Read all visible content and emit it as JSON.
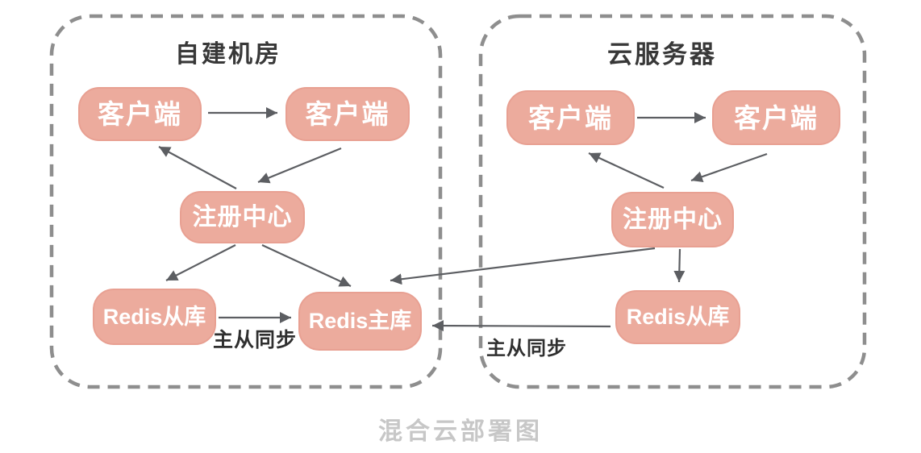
{
  "caption": "混合云部署图",
  "colors": {
    "node_fill": "#ecab9d",
    "node_text": "#ffffff",
    "arrow": "#5c5e62",
    "container_border": "#8e8e8e",
    "title_text": "#383838",
    "caption_text": "#c7c7c7"
  },
  "containers": [
    {
      "title": "自建机房",
      "edge_label": "主从同步",
      "nodes": [
        {
          "id": "client-1",
          "label": "客户端"
        },
        {
          "id": "client-2",
          "label": "客户端"
        },
        {
          "id": "registry",
          "label": "注册中心"
        },
        {
          "id": "redis-slave",
          "label": "Redis从库"
        },
        {
          "id": "redis-master",
          "label": "Redis主库"
        }
      ]
    },
    {
      "title": "云服务器",
      "edge_label": "主从同步",
      "nodes": [
        {
          "id": "client-1",
          "label": "客户端"
        },
        {
          "id": "client-2",
          "label": "客户端"
        },
        {
          "id": "registry",
          "label": "注册中心"
        },
        {
          "id": "redis-slave",
          "label": "Redis从库"
        }
      ]
    }
  ]
}
